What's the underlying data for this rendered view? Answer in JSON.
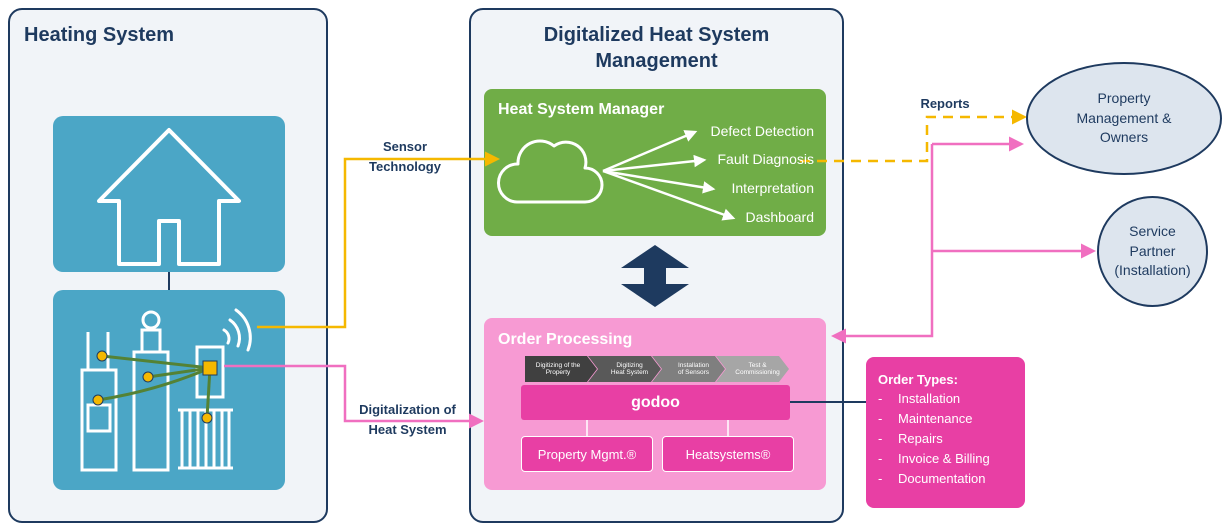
{
  "left_panel": {
    "title": "Heating System"
  },
  "center_panel": {
    "title_line1": "Digitalized Heat System",
    "title_line2": "Management"
  },
  "heat_system_manager": {
    "title": "Heat System Manager",
    "outputs": [
      "Defect Detection",
      "Fault Diagnosis",
      "Interpretation",
      "Dashboard"
    ]
  },
  "order_processing": {
    "title": "Order Processing",
    "steps": [
      {
        "line1": "Digitizing of the",
        "line2": "Property"
      },
      {
        "line1": "Digitizing",
        "line2": "Heat System"
      },
      {
        "line1": "Installation",
        "line2": "of Sensors"
      },
      {
        "line1": "Test &",
        "line2": "Commissioning"
      }
    ],
    "platform": "godoo",
    "modules": [
      "Property Mgmt.®",
      "Heatsystems®"
    ]
  },
  "labels": {
    "sensor_line1": "Sensor",
    "sensor_line2": "Technology",
    "digitalization_line1": "Digitalization of",
    "digitalization_line2": "Heat System",
    "reports": "Reports"
  },
  "stakeholders": {
    "property_line1": "Property",
    "property_line2": "Management &",
    "property_line3": "Owners",
    "service_line1": "Service",
    "service_line2": "Partner",
    "service_line3": "(Installation)"
  },
  "order_types": {
    "title": "Order Types:",
    "items": [
      "Installation",
      "Maintenance",
      "Repairs",
      "Invoice & Billing",
      "Documentation"
    ]
  },
  "colors": {
    "navy": "#1e3a5f",
    "teal": "#4ba6c6",
    "green": "#70ad47",
    "pink_light": "#f79ad3",
    "pink_strong": "#e83fa4",
    "pink_line": "#f06fc0",
    "yellow": "#f5b800"
  }
}
